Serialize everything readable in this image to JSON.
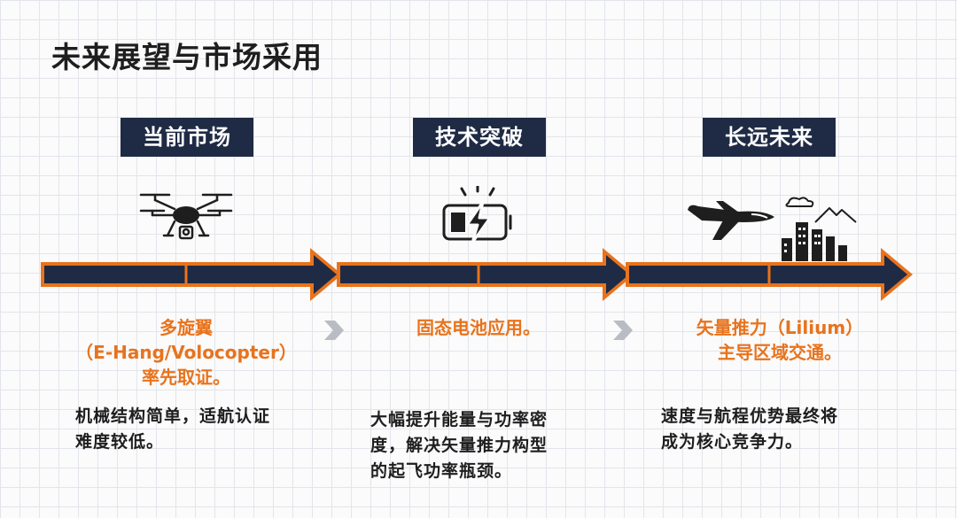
{
  "title": "未来展望与市场采用",
  "stages": [
    {
      "heading": "当前市场",
      "icon": "drone-icon",
      "title_lines": [
        "多旋翼",
        "（E-Hang/Volocopter）",
        "率先取证。"
      ],
      "desc_lines": [
        "机械结构简单，适航认证",
        "难度较低。"
      ]
    },
    {
      "heading": "技术突破",
      "icon": "battery-charging-icon",
      "title_lines": [
        "固态电池应用。"
      ],
      "desc_lines": [
        "大幅提升能量与功率密",
        "度，解决矢量推力构型",
        "的起飞功率瓶颈。"
      ]
    },
    {
      "heading": "长远未来",
      "icon": "jet-and-city-icon",
      "title_lines": [
        "矢量推力（Lilium）",
        "主导区域交通。"
      ],
      "desc_lines": [
        "速度与航程优势最终将",
        "成为核心竞争力。"
      ]
    }
  ],
  "colors": {
    "navy": "#1f2a44",
    "orange": "#e8731c",
    "chevron": "#b9bcc2"
  }
}
